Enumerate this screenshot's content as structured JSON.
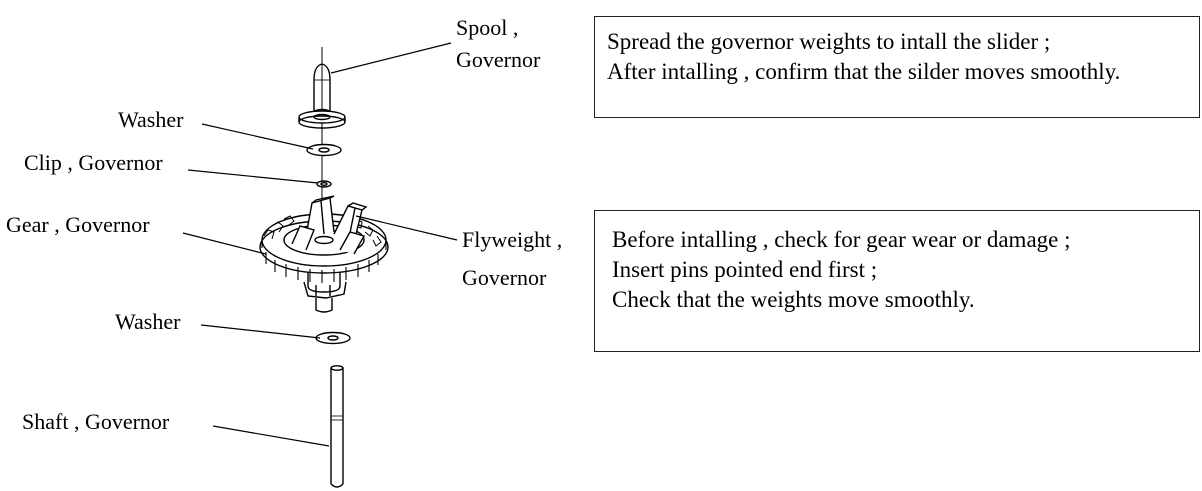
{
  "labels": {
    "spool_line1": "Spool ,",
    "spool_line2": "Governor",
    "washer_top": "Washer",
    "clip": "Clip , Governor",
    "gear": "Gear , Governor",
    "flyweight_line1": "Flyweight ,",
    "flyweight_line2": "Governor",
    "washer_bottom": "Washer",
    "shaft": "Shaft , Governor"
  },
  "notes": {
    "top": [
      "Spread the governor weights to intall the slider ;",
      "After intalling , confirm that the silder moves smoothly."
    ],
    "bottom": [
      "Before intalling , check for gear wear or damage ;",
      "Insert pins pointed end first ;",
      "Check that the weights move smoothly."
    ]
  },
  "colors": {
    "ink": "#000000",
    "paper": "#ffffff",
    "box_border": "#222222"
  }
}
